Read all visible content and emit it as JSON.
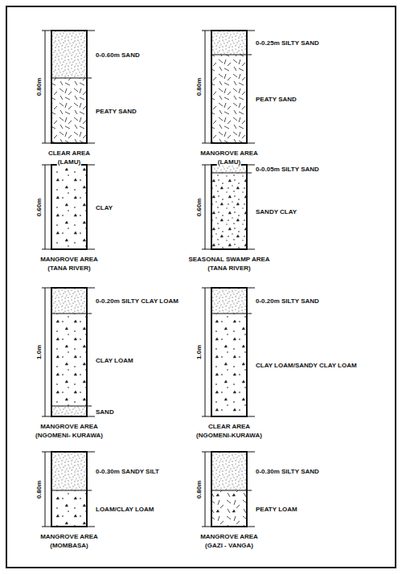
{
  "diagram": {
    "labels": [
      "0.80m",
      "0-0.60m SAND",
      "PEATY SAND",
      "CLEAR AREA",
      "(LAMU)",
      "0.80m",
      "0-0.25m SILTY SAND",
      "PEATY SAND",
      "MANGROVE AREA",
      "(LAMU)",
      "0.60m",
      "CLAY",
      "MANGROVE AREA",
      "(TANA RIVER)",
      "0.60m",
      "0-0.05m SILTY SAND",
      "SANDY CLAY",
      "SEASONAL SWAMP AREA",
      "(TANA RIVER)",
      "1.0m",
      "0-0.20m SILTY CLAY LOAM",
      "CLAY LOAM",
      "SAND",
      "MANGROVE AREA",
      "(NGOMENI- KURAWA)",
      "1.0m",
      "0-0.20m SILTY SAND",
      "CLAY LOAM/SANDY CLAY LOAM",
      "CLEAR AREA",
      "(NGOMENI-KURAWA)",
      "0.80m",
      "0-0.30m SANDY SILT",
      "LOAM/CLAY LOAM",
      "MANGROVE AREA",
      "(MOMBASA)",
      "0.80m",
      "0-0.30m SILTY SAND",
      "PEATY LOAM",
      "MANGROVE AREA",
      "(GAZI - VANGA)"
    ]
  }
}
